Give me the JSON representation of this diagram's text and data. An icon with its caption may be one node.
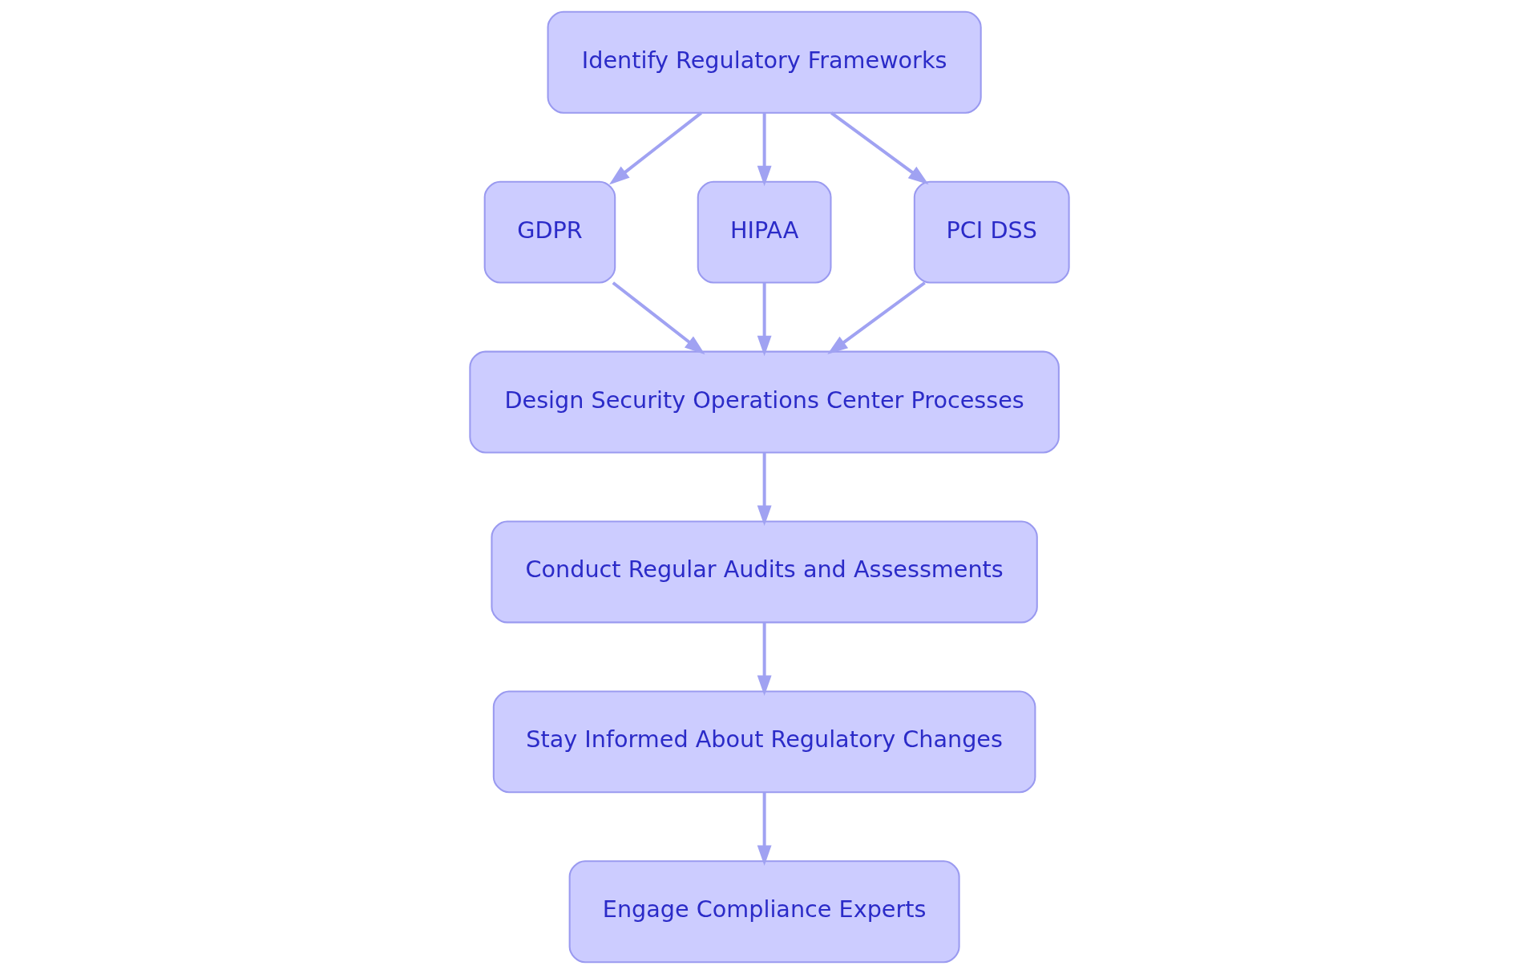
{
  "diagram": {
    "nodes": [
      {
        "text": [
          "Identify Regulatory Frameworks"
        ]
      },
      {
        "text": [
          "GDPR"
        ]
      },
      {
        "text": [
          "HIPAA"
        ]
      },
      {
        "text": [
          "PCI DSS"
        ]
      },
      {
        "text": [
          "Design Security Operations Center Processes"
        ]
      },
      {
        "text": [
          "Conduct Regular Audits and Assessments"
        ]
      },
      {
        "text": [
          "Stay Informed About Regulatory Changes"
        ]
      },
      {
        "text": [
          "Engage Compliance Experts"
        ]
      }
    ],
    "edges": [
      {
        "from": 0,
        "to": 1,
        "arrow": "to"
      },
      {
        "from": 0,
        "to": 2,
        "arrow": "to"
      },
      {
        "from": 0,
        "to": 3,
        "arrow": "to"
      },
      {
        "from": 1,
        "to": 4,
        "arrow": "to"
      },
      {
        "from": 2,
        "to": 4,
        "arrow": "to"
      },
      {
        "from": 3,
        "to": 4,
        "arrow": "to"
      },
      {
        "from": 4,
        "to": 5,
        "arrow": "to"
      },
      {
        "from": 5,
        "to": 6,
        "arrow": "to"
      },
      {
        "from": 6,
        "to": 7,
        "arrow": "to"
      }
    ]
  }
}
